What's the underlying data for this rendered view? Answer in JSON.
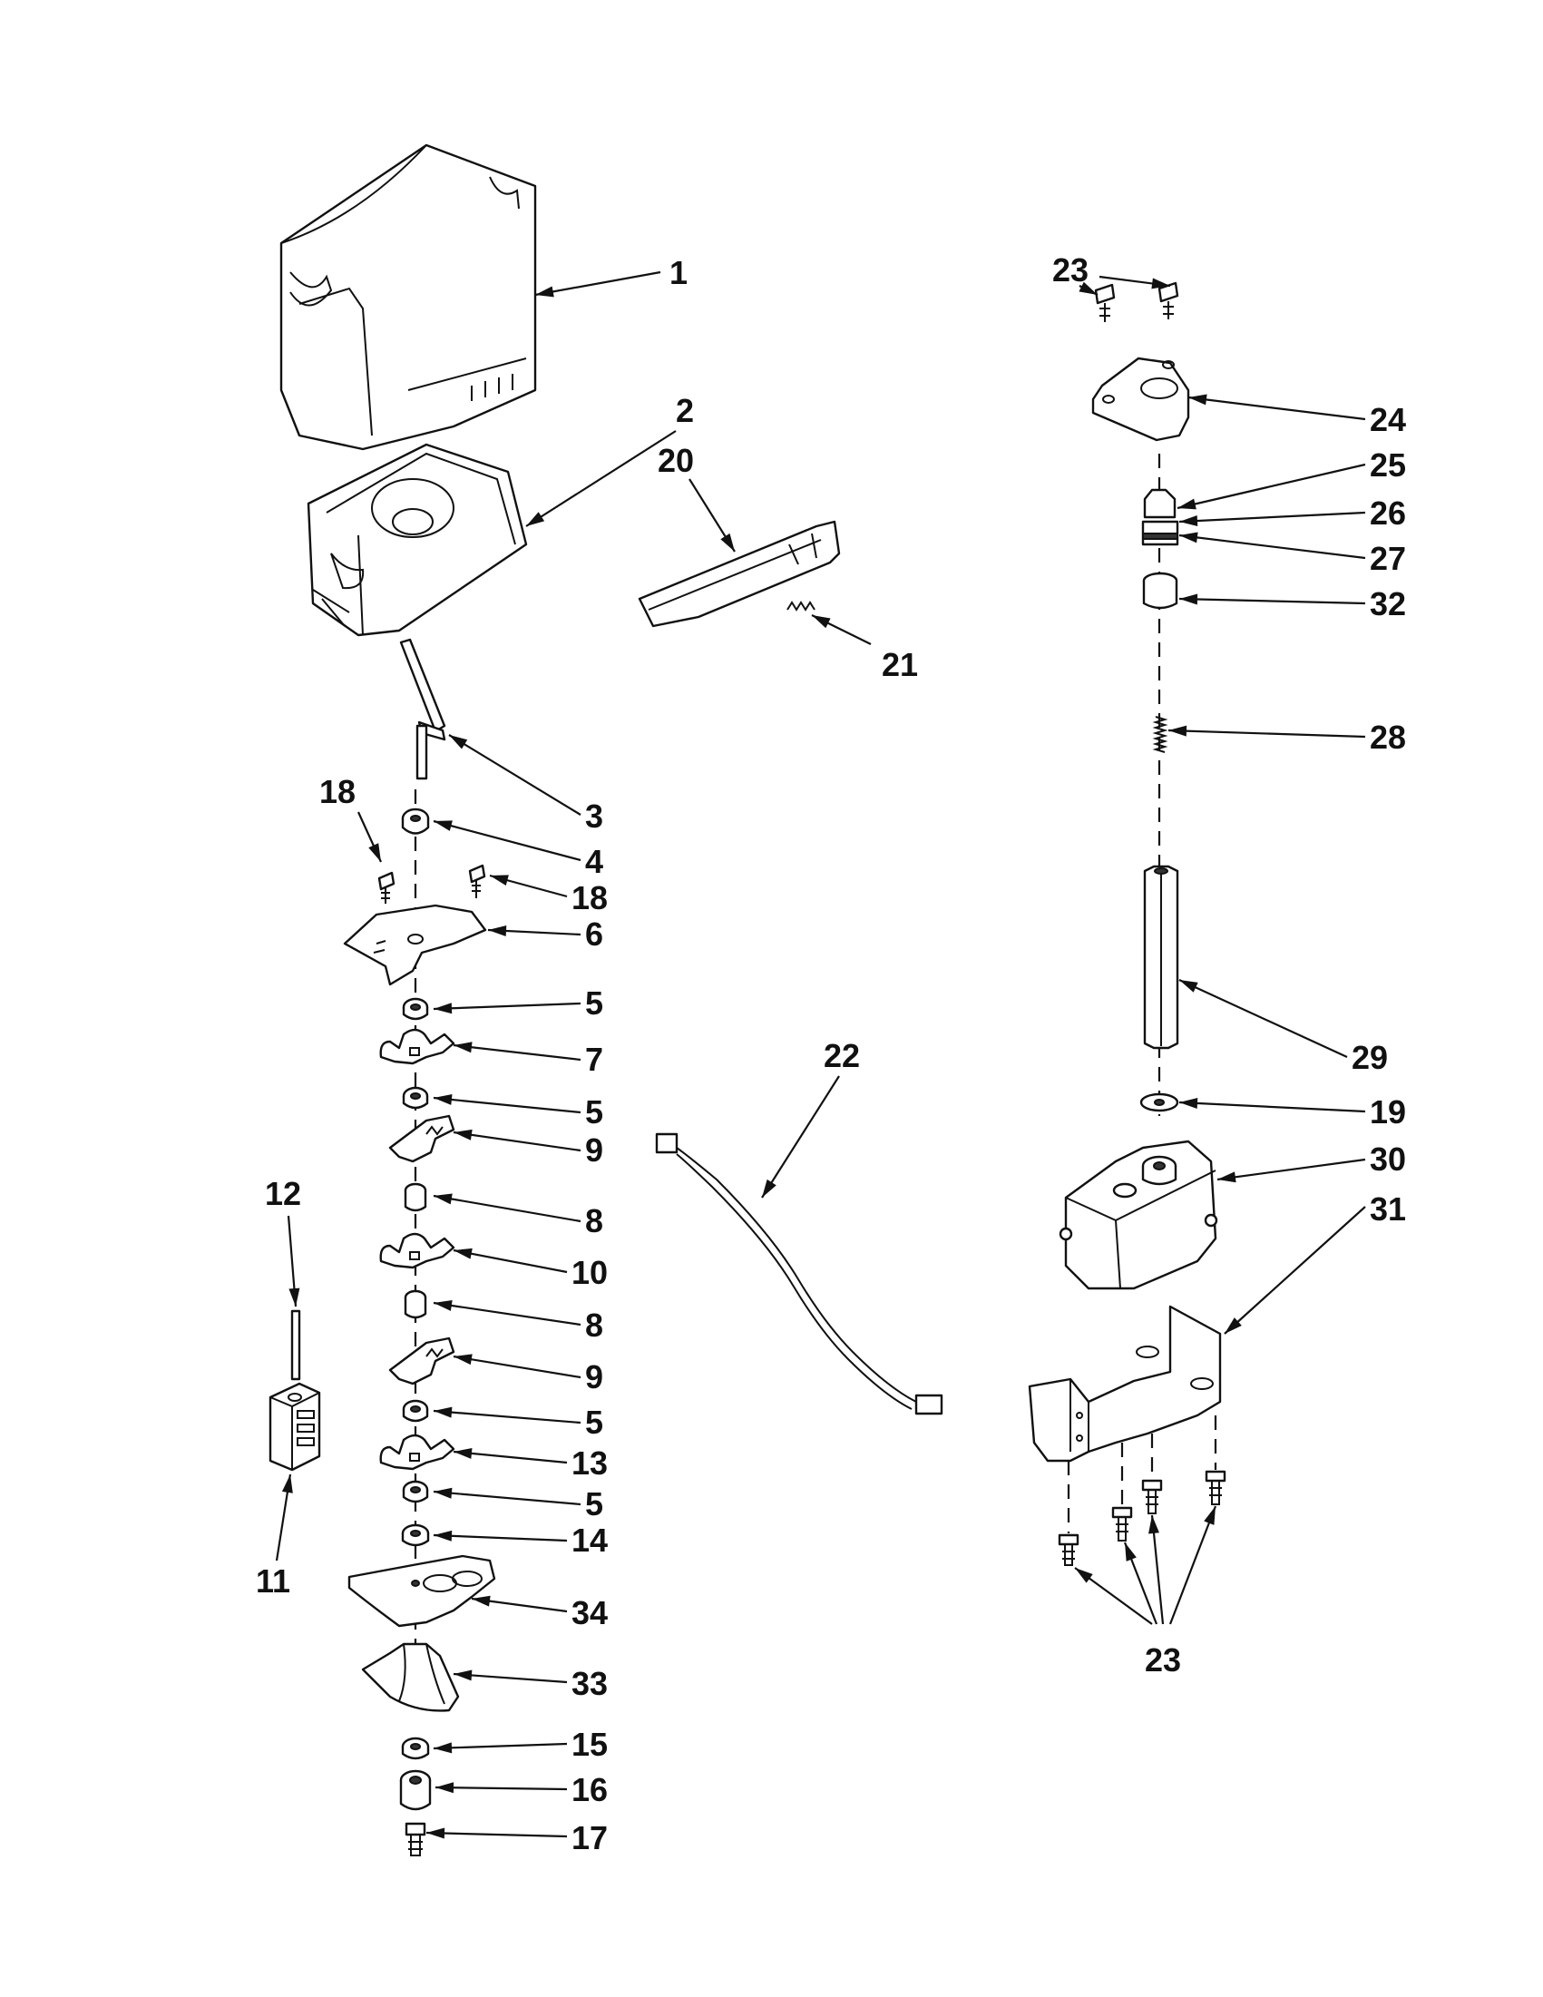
{
  "diagram": {
    "callouts": [
      {
        "id": "1",
        "label": "1"
      },
      {
        "id": "2",
        "label": "2"
      },
      {
        "id": "20",
        "label": "20"
      },
      {
        "id": "21",
        "label": "21"
      },
      {
        "id": "3",
        "label": "3"
      },
      {
        "id": "4",
        "label": "4"
      },
      {
        "id": "18a",
        "label": "18"
      },
      {
        "id": "18b",
        "label": "18"
      },
      {
        "id": "6",
        "label": "6"
      },
      {
        "id": "5a",
        "label": "5"
      },
      {
        "id": "7",
        "label": "7"
      },
      {
        "id": "5b",
        "label": "5"
      },
      {
        "id": "9a",
        "label": "9"
      },
      {
        "id": "8a",
        "label": "8"
      },
      {
        "id": "10",
        "label": "10"
      },
      {
        "id": "8b",
        "label": "8"
      },
      {
        "id": "9b",
        "label": "9"
      },
      {
        "id": "5c",
        "label": "5"
      },
      {
        "id": "13",
        "label": "13"
      },
      {
        "id": "5d",
        "label": "5"
      },
      {
        "id": "14",
        "label": "14"
      },
      {
        "id": "34",
        "label": "34"
      },
      {
        "id": "33",
        "label": "33"
      },
      {
        "id": "15",
        "label": "15"
      },
      {
        "id": "16",
        "label": "16"
      },
      {
        "id": "17",
        "label": "17"
      },
      {
        "id": "12",
        "label": "12"
      },
      {
        "id": "11",
        "label": "11"
      },
      {
        "id": "22",
        "label": "22"
      },
      {
        "id": "23a",
        "label": "23"
      },
      {
        "id": "24",
        "label": "24"
      },
      {
        "id": "25",
        "label": "25"
      },
      {
        "id": "26",
        "label": "26"
      },
      {
        "id": "27",
        "label": "27"
      },
      {
        "id": "32",
        "label": "32"
      },
      {
        "id": "28",
        "label": "28"
      },
      {
        "id": "29",
        "label": "29"
      },
      {
        "id": "19",
        "label": "19"
      },
      {
        "id": "30",
        "label": "30"
      },
      {
        "id": "31",
        "label": "31"
      },
      {
        "id": "23b",
        "label": "23"
      }
    ]
  }
}
